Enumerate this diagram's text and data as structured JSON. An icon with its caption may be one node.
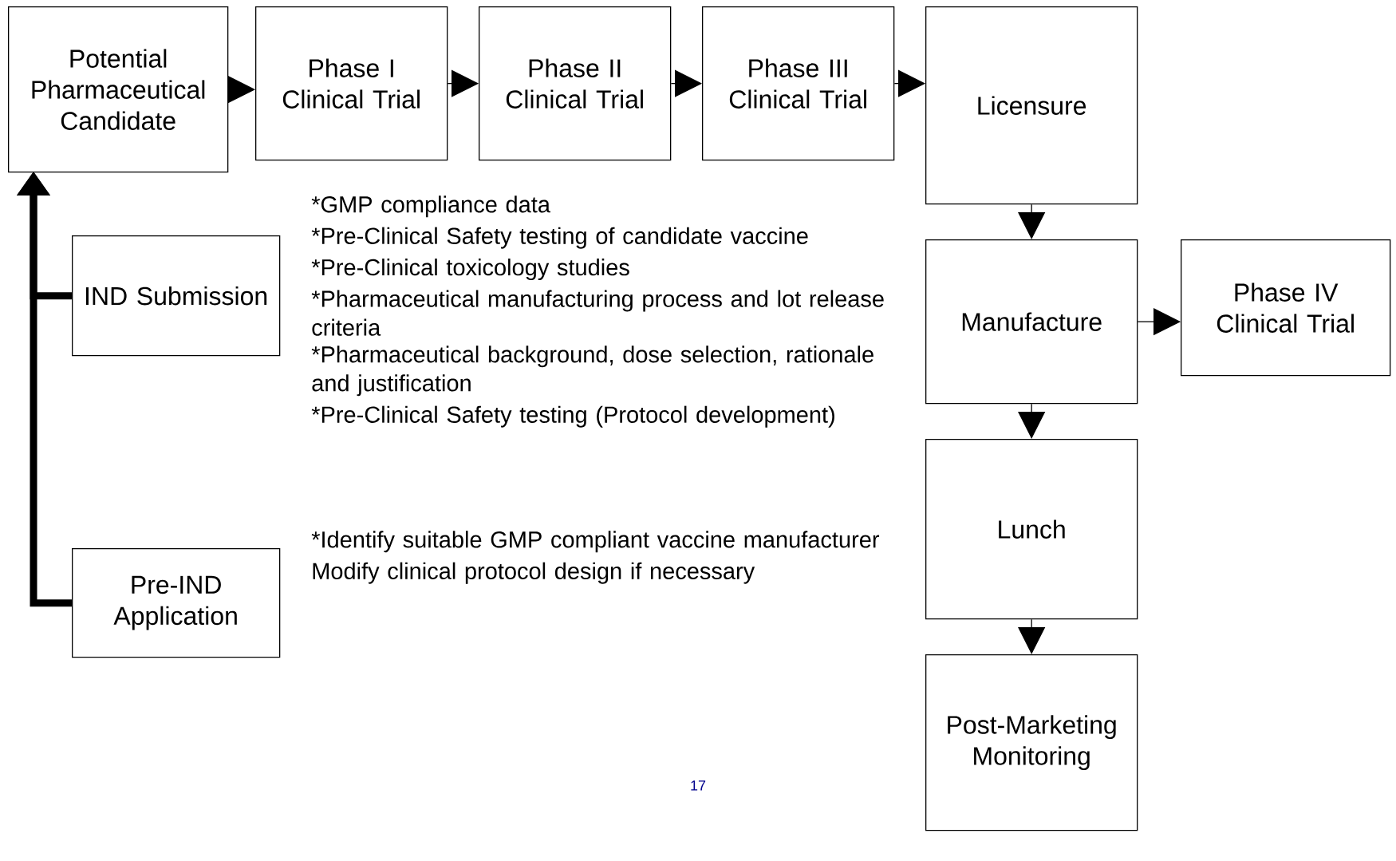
{
  "diagram": {
    "nodes": [
      {
        "text": [
          "Potential Pharmaceutical Candidate"
        ]
      },
      {
        "text": [
          "Phase I Clinical Trial"
        ]
      },
      {
        "text": [
          "Phase II Clinical Trial"
        ]
      },
      {
        "text": [
          "Phase III Clinical Trial"
        ]
      },
      {
        "text": [
          "Licensure"
        ]
      },
      {
        "text": [
          "IND Submission"
        ]
      },
      {
        "text": [
          "Manufacture"
        ]
      },
      {
        "text": [
          "Phase IV Clinical Trial"
        ]
      },
      {
        "text": [
          "Pre-IND Application"
        ]
      },
      {
        "text": [
          "Lunch"
        ]
      },
      {
        "text": [
          "Post-Marketing Monitoring"
        ]
      }
    ],
    "edges": [
      {
        "from": 0,
        "to": 1,
        "arrow": "to"
      },
      {
        "from": 1,
        "to": 2,
        "arrow": "to"
      },
      {
        "from": 2,
        "to": 3,
        "arrow": "to"
      },
      {
        "from": 3,
        "to": 4,
        "arrow": "to"
      },
      {
        "from": 5,
        "to": 0,
        "arrow": "to",
        "style": "thick"
      },
      {
        "from": 8,
        "to": 0,
        "arrow": "to",
        "style": "thick"
      },
      {
        "from": 4,
        "to": 6,
        "arrow": "to"
      },
      {
        "from": 6,
        "to": 7,
        "arrow": "to"
      },
      {
        "from": 6,
        "to": 9,
        "arrow": "to"
      },
      {
        "from": 9,
        "to": 10,
        "arrow": "to"
      }
    ],
    "labels": [
      "*GMP compliance data",
      "*Pre-Clinical Safety testing of candidate vaccine",
      "*Pre-Clinical toxicology studies",
      "*Pharmaceutical manufacturing process and lot release criteria",
      "*Pharmaceutical background, dose selection, rationale and justification",
      "*Pre-Clinical Safety testing (Protocol development)",
      "*Identify suitable GMP compliant vaccine manufacturer",
      "Modify clinical protocol design if necessary",
      "17"
    ]
  }
}
